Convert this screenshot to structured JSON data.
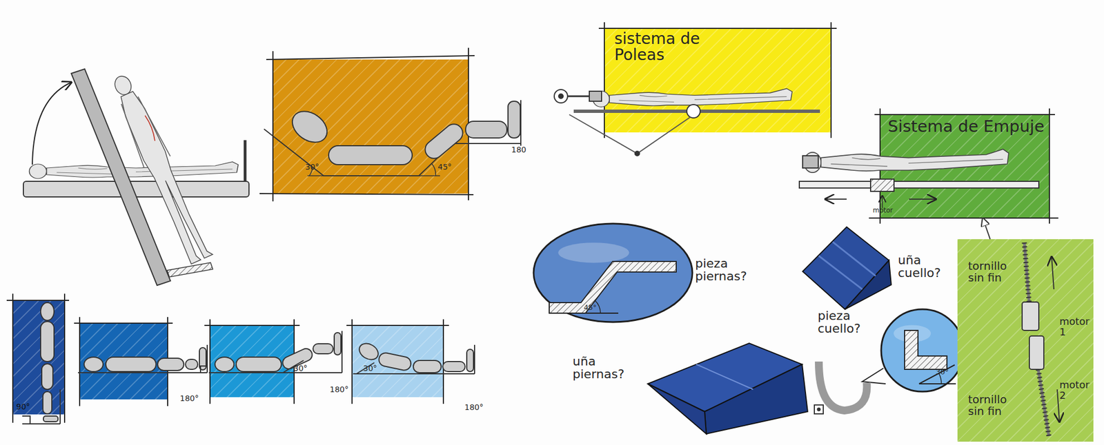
{
  "diagram": {
    "nodes": [
      {
        "text": [
          "30°",
          "45°",
          "180"
        ]
      },
      {
        "text": [
          "90°"
        ]
      },
      {
        "text": [
          "180°"
        ]
      },
      {
        "text": [
          "30°",
          "180°"
        ]
      },
      {
        "text": [
          "30°",
          "180°"
        ]
      },
      {
        "text": [
          "sistema de Poleas"
        ]
      },
      {
        "text": [
          "Sistema de Empuje",
          "motor"
        ]
      },
      {
        "text": [
          "pieza piernas?",
          "45°"
        ]
      },
      {
        "text": [
          "pieza cuello?",
          "30°"
        ]
      },
      {
        "text": [
          "tornillo sin fin",
          "motor 1",
          "motor 2",
          "tornillo sin fin"
        ]
      }
    ],
    "edges": [
      {
        "from": 9,
        "to": 6,
        "arrow": "to"
      }
    ],
    "labels": [
      "uña cuello?",
      "uña piernas?"
    ]
  }
}
